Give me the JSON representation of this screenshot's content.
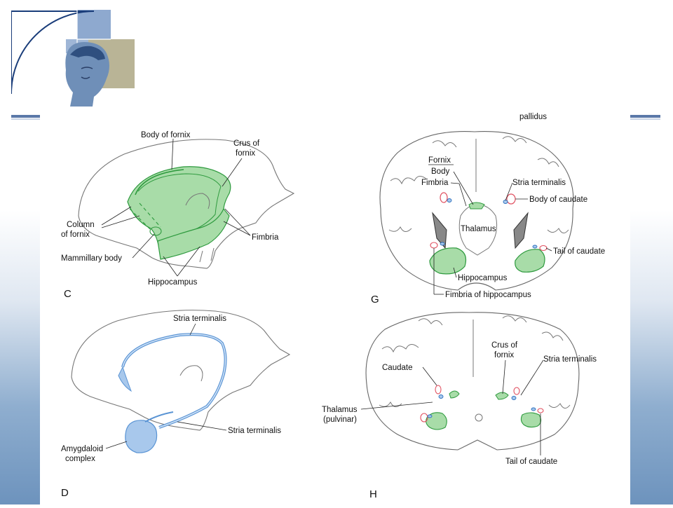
{
  "logo": {
    "icon": "classical-head-golden-spiral-logo"
  },
  "colors": {
    "fornix_green": "#a8dca8",
    "stria_blue": "#a8c8ec",
    "red_marker": "#e05060",
    "rule": "#5a78a8"
  },
  "top_cut_text": "pallidus",
  "panel_c": {
    "letter": "C",
    "labels": {
      "body_of_fornix": "Body of fornix",
      "crus_line1": "Crus of",
      "crus_line2": "fornix",
      "column_line1": "Column",
      "column_line2": "of fornix",
      "mammillary": "Mammillary body",
      "fimbria": "Fimbria",
      "hippocampus": "Hippocampus"
    }
  },
  "panel_d": {
    "letter": "D",
    "labels": {
      "stria_top": "Stria terminalis",
      "stria_bottom": "Stria terminalis",
      "amyg_line1": "Amygdaloid",
      "amyg_line2": "complex"
    }
  },
  "panel_g": {
    "letter": "G",
    "labels": {
      "fornix": "Fornix",
      "body": "Body",
      "fimbria": "Fimbria",
      "stria": "Stria terminalis",
      "body_caudate": "Body of caudate",
      "thalamus": "Thalamus",
      "tail_caudate": "Tail of caudate",
      "hippocampus": "Hippocampus",
      "fimbria_hippo": "Fimbria of hippocampus"
    }
  },
  "panel_h": {
    "letter": "H",
    "labels": {
      "crus_line1": "Crus of",
      "crus_line2": "fornix",
      "stria": "Stria terminalis",
      "caudate": "Caudate",
      "thal_line1": "Thalamus",
      "thal_line2": "(pulvinar)",
      "tail_caudate": "Tail of caudate"
    }
  }
}
